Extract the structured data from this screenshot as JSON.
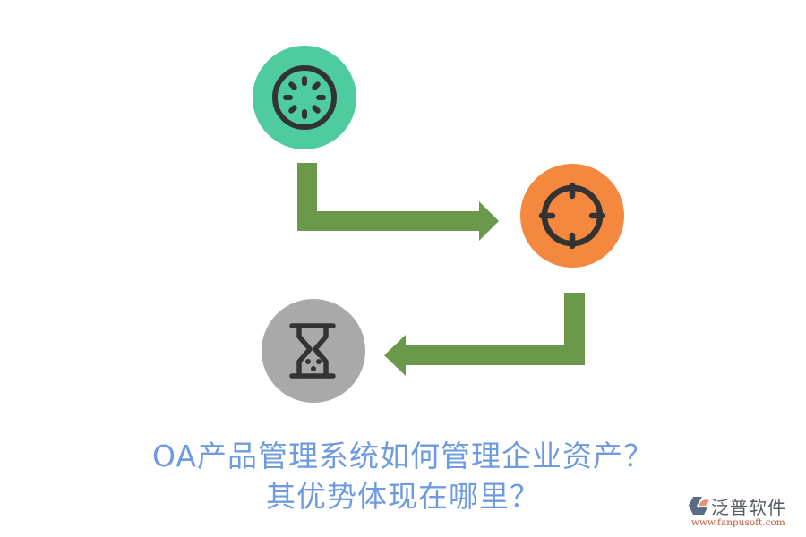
{
  "diagram": {
    "steps": [
      {
        "icon": "loading-spinner-icon",
        "color": "#4ecb9f"
      },
      {
        "icon": "crosshair-target-icon",
        "color": "#f5883f"
      },
      {
        "icon": "hourglass-icon",
        "color": "#a9a9a9"
      }
    ],
    "arrow_color": "#6a994b",
    "icon_stroke_color": "#333333"
  },
  "title": {
    "line1": "OA产品管理系统如何管理企业资产？",
    "line2": "其优势体现在哪里？",
    "color": "#6e9be0"
  },
  "logo": {
    "name": "泛普软件",
    "url": "www.fanpusoft.com"
  }
}
